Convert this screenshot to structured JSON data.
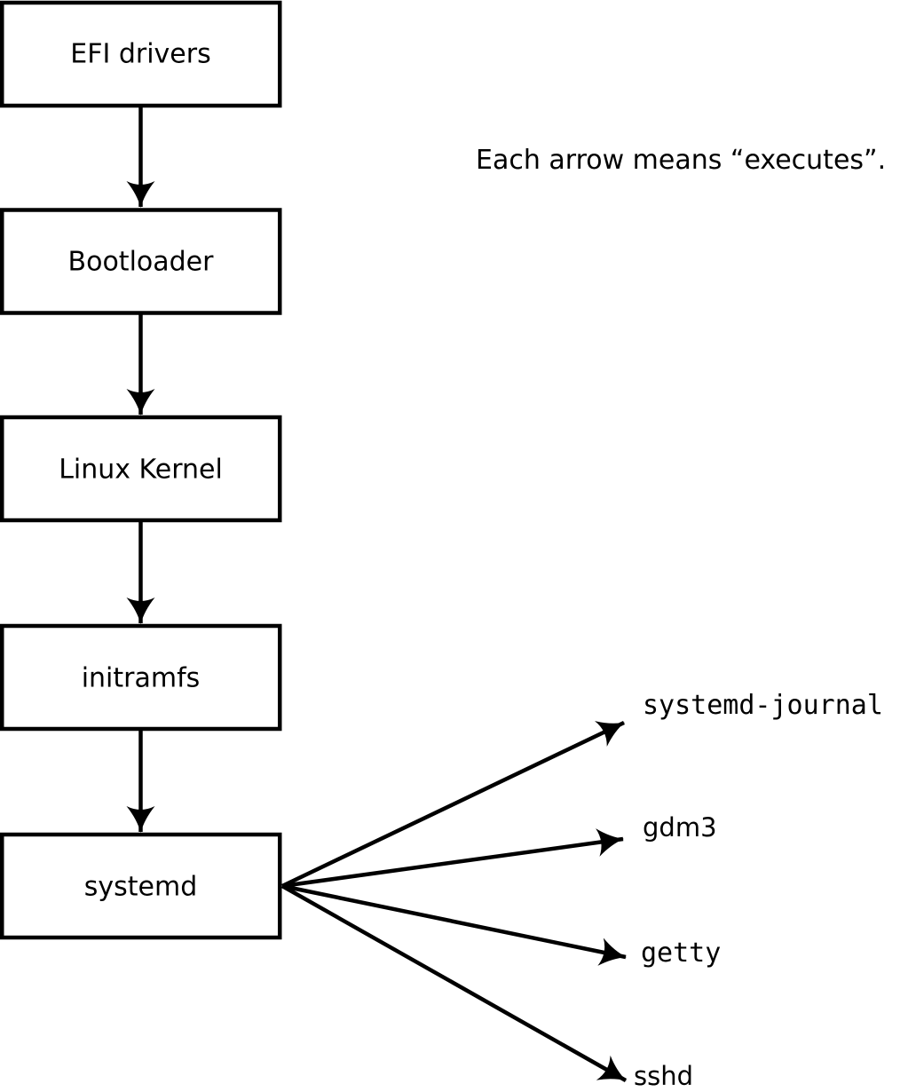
{
  "annotation": {
    "text": "Each arrow means “executes”."
  },
  "diagram": {
    "type": "flowchart",
    "colors": {
      "line": "#000000",
      "box_fill": "#ffffff",
      "text": "#000000",
      "background": "#ffffff"
    },
    "chain": [
      {
        "label": "EFI drivers"
      },
      {
        "label": "Bootloader"
      },
      {
        "label": "Linux Kernel"
      },
      {
        "label": "initramfs"
      },
      {
        "label": "systemd"
      }
    ],
    "children": [
      {
        "label": "systemd-journal"
      },
      {
        "label": "gdm3"
      },
      {
        "label": "getty"
      },
      {
        "label": "sshd"
      }
    ]
  }
}
